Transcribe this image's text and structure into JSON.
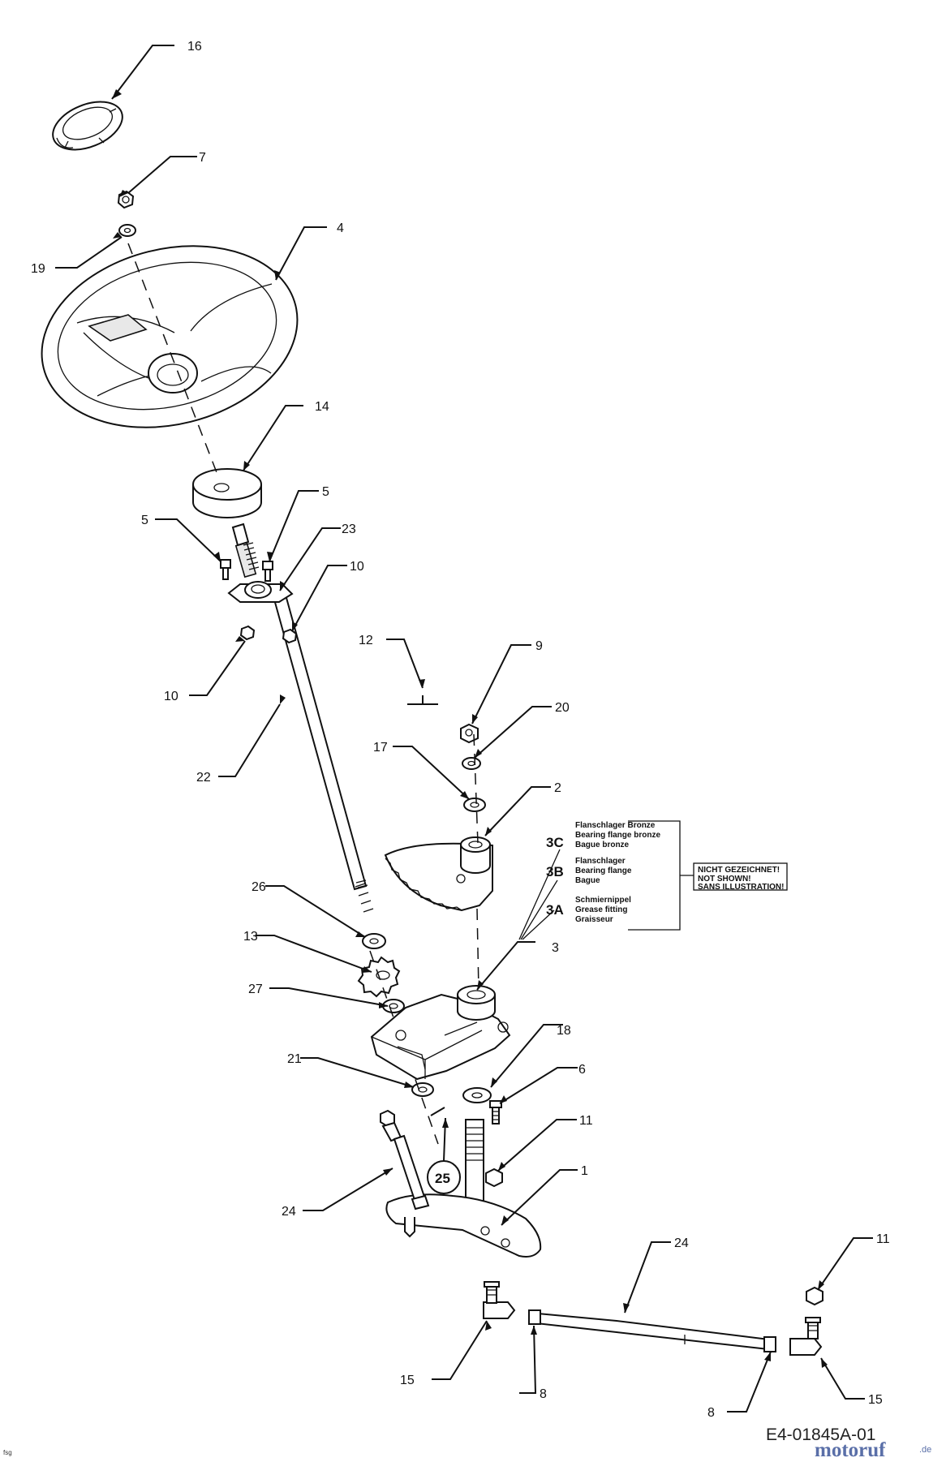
{
  "drawing_code": "E4-01845A-01",
  "brand": {
    "name": "motoruf",
    "tld": ".de"
  },
  "corner_tag": "fsg",
  "callouts": {
    "p16": "16",
    "p7": "7",
    "p19": "19",
    "p4": "4",
    "p14": "14",
    "p5a": "5",
    "p5b": "5",
    "p23": "23",
    "p10a": "10",
    "p10b": "10",
    "p22": "22",
    "p12": "12",
    "p9": "9",
    "p20": "20",
    "p17": "17",
    "p2": "2",
    "p26": "26",
    "p13": "13",
    "p27": "27",
    "p3": "3",
    "p18": "18",
    "p21": "21",
    "p6": "6",
    "p11a": "11",
    "p25": "25",
    "p24a": "24",
    "p1": "1",
    "p24b": "24",
    "p11b": "11",
    "p15a": "15",
    "p8a": "8",
    "p8b": "8",
    "p15b": "15"
  },
  "sub_parts": [
    {
      "code": "3C",
      "lines": [
        "Flanschlager Bronze",
        "Bearing flange bronze",
        "Bague bronze"
      ]
    },
    {
      "code": "3B",
      "lines": [
        "Flanschlager",
        "Bearing flange",
        "Bague"
      ]
    },
    {
      "code": "3A",
      "lines": [
        "Schmiernippel",
        "Grease fitting",
        "Graisseur"
      ]
    }
  ],
  "not_shown": [
    "NICHT GEZEICHNET!",
    "NOT SHOWN!",
    "SANS ILLUSTRATION!"
  ]
}
